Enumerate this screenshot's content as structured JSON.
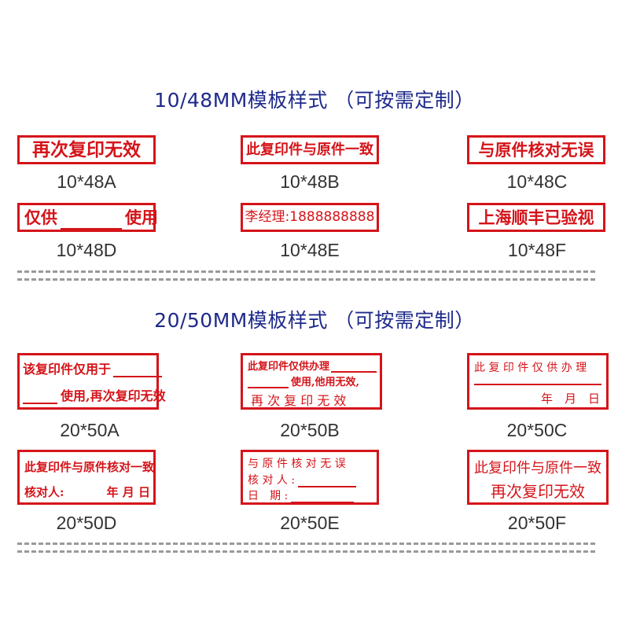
{
  "section1": {
    "title": "10/48MM模板样式 （可按需定制）",
    "stamps": [
      {
        "code": "10*48A",
        "text": "再次复印无效"
      },
      {
        "code": "10*48B",
        "text": "此复印件与原件一致"
      },
      {
        "code": "10*48C",
        "text": "与原件核对无误"
      },
      {
        "code": "10*48D",
        "text_left": "仅供",
        "text_right": "使用"
      },
      {
        "code": "10*48E",
        "text": "李经理:1888888888"
      },
      {
        "code": "10*48F",
        "text": "上海顺丰已验视"
      }
    ]
  },
  "section2": {
    "title": "20/50MM模板样式 （可按需定制）",
    "stamps": [
      {
        "code": "20*50A",
        "line1": "该复印件仅用于",
        "line2": "使用,再次复印无效"
      },
      {
        "code": "20*50B",
        "line1": "此复印件仅供办理",
        "line2": "使用,他用无效,",
        "line3": "再 次 复 印 无 效"
      },
      {
        "code": "20*50C",
        "line1": "此 复 印 件 仅 供 办 理",
        "line2": "年　月　日"
      },
      {
        "code": "20*50D",
        "line1": "此复印件与原件核对一致",
        "line2_label": "核对人:",
        "line2_date": "年 月 日"
      },
      {
        "code": "20*50E",
        "line1": "与 原 件 核 对 无 误",
        "line2": "核 对 人 :",
        "line3": "日　期 :"
      },
      {
        "code": "20*50F",
        "line1": "此复印件与原件一致",
        "line2": "再次复印无效"
      }
    ]
  },
  "colors": {
    "stamp_red": "#d4141a",
    "title_blue": "#1e2a8a",
    "caption_gray": "#333333",
    "divider_gray": "#9a9a9a"
  }
}
